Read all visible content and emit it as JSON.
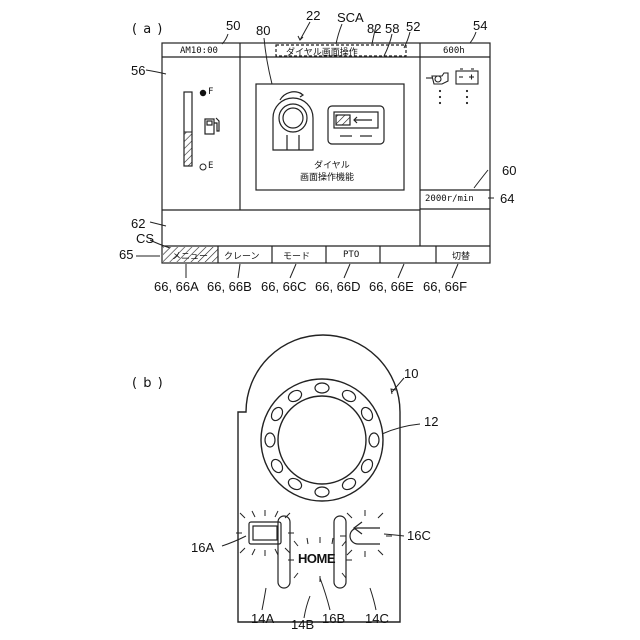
{
  "panel_a": {
    "panel_label": "( a )",
    "screen": {
      "time": "AM10:00",
      "title": "ダイヤル画面操作",
      "hours": "600h",
      "rpm": "2000r/min",
      "fuel_full": "F",
      "fuel_empty": "E",
      "center_caption_1": "ダイヤル",
      "center_caption_2": "画面操作機能",
      "tabs": [
        "メニュー",
        "クレーン",
        "モード",
        "PTO",
        "",
        "切替"
      ]
    },
    "refs": {
      "r50": "50",
      "r22": "22",
      "rSCA": "SCA",
      "r82": "82",
      "r58": "58",
      "r52": "52",
      "r54": "54",
      "r80": "80",
      "r56": "56",
      "r60": "60",
      "r64": "64",
      "r62": "62",
      "rCS": "CS",
      "r65": "65",
      "t66A": "66, 66A",
      "t66B": "66, 66B",
      "t66C": "66, 66C",
      "t66D": "66, 66D",
      "t66E": "66, 66E",
      "t66F": "66, 66F"
    }
  },
  "panel_b": {
    "panel_label": "( b )",
    "home_label": "HOME",
    "refs": {
      "r10": "10",
      "r12": "12",
      "r16A": "16A",
      "r16C": "16C",
      "r14A": "14A",
      "r14B": "14B",
      "r16B": "16B",
      "r14C": "14C"
    }
  }
}
